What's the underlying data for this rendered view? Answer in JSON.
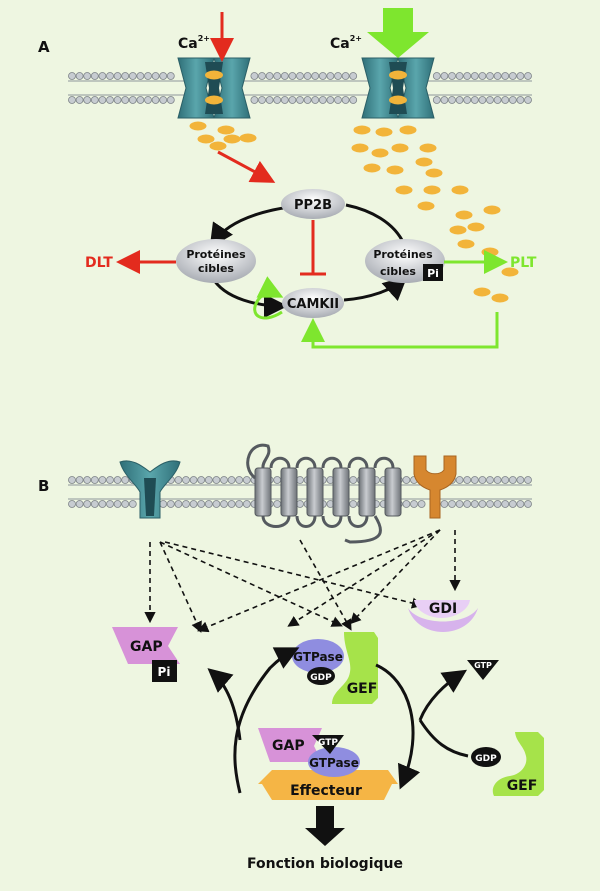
{
  "panel_a": {
    "label": "A",
    "ca_left": "Ca",
    "ca_left_sup": "2+",
    "ca_right": "Ca",
    "ca_right_sup": "2+",
    "pp2b": "PP2B",
    "camkii": "CAMKII",
    "target_left_line1": "Protéines",
    "target_left_line2": "cibles",
    "target_right_line1": "Protéines",
    "target_right_line2": "cibles",
    "pi": "Pi",
    "dlt": "DLT",
    "plt": "PLT"
  },
  "panel_b": {
    "label": "B",
    "gap": "GAP",
    "pi": "Pi",
    "gdi": "GDI",
    "gtpase": "GTPase",
    "gdp": "GDP",
    "gef": "GEF",
    "gtp": "GTP",
    "gdp2": "GDP",
    "gef2": "GEF",
    "complex_gap": "GAP",
    "complex_gtp": "GTP",
    "complex_gtpase": "GTPase",
    "effecteur": "Effecteur",
    "fonction": "Fonction biologique"
  },
  "colors": {
    "background": "#eef6e1",
    "red": "#e32b1e",
    "green": "#7ee62e",
    "teal": "#3f8a92",
    "calcium": "#f2b43a",
    "gap": "#d792d8",
    "gtpase": "#8f8de0",
    "gef": "#a6e34a",
    "effecteur": "#f5b545",
    "receptor": "#d6872f"
  }
}
